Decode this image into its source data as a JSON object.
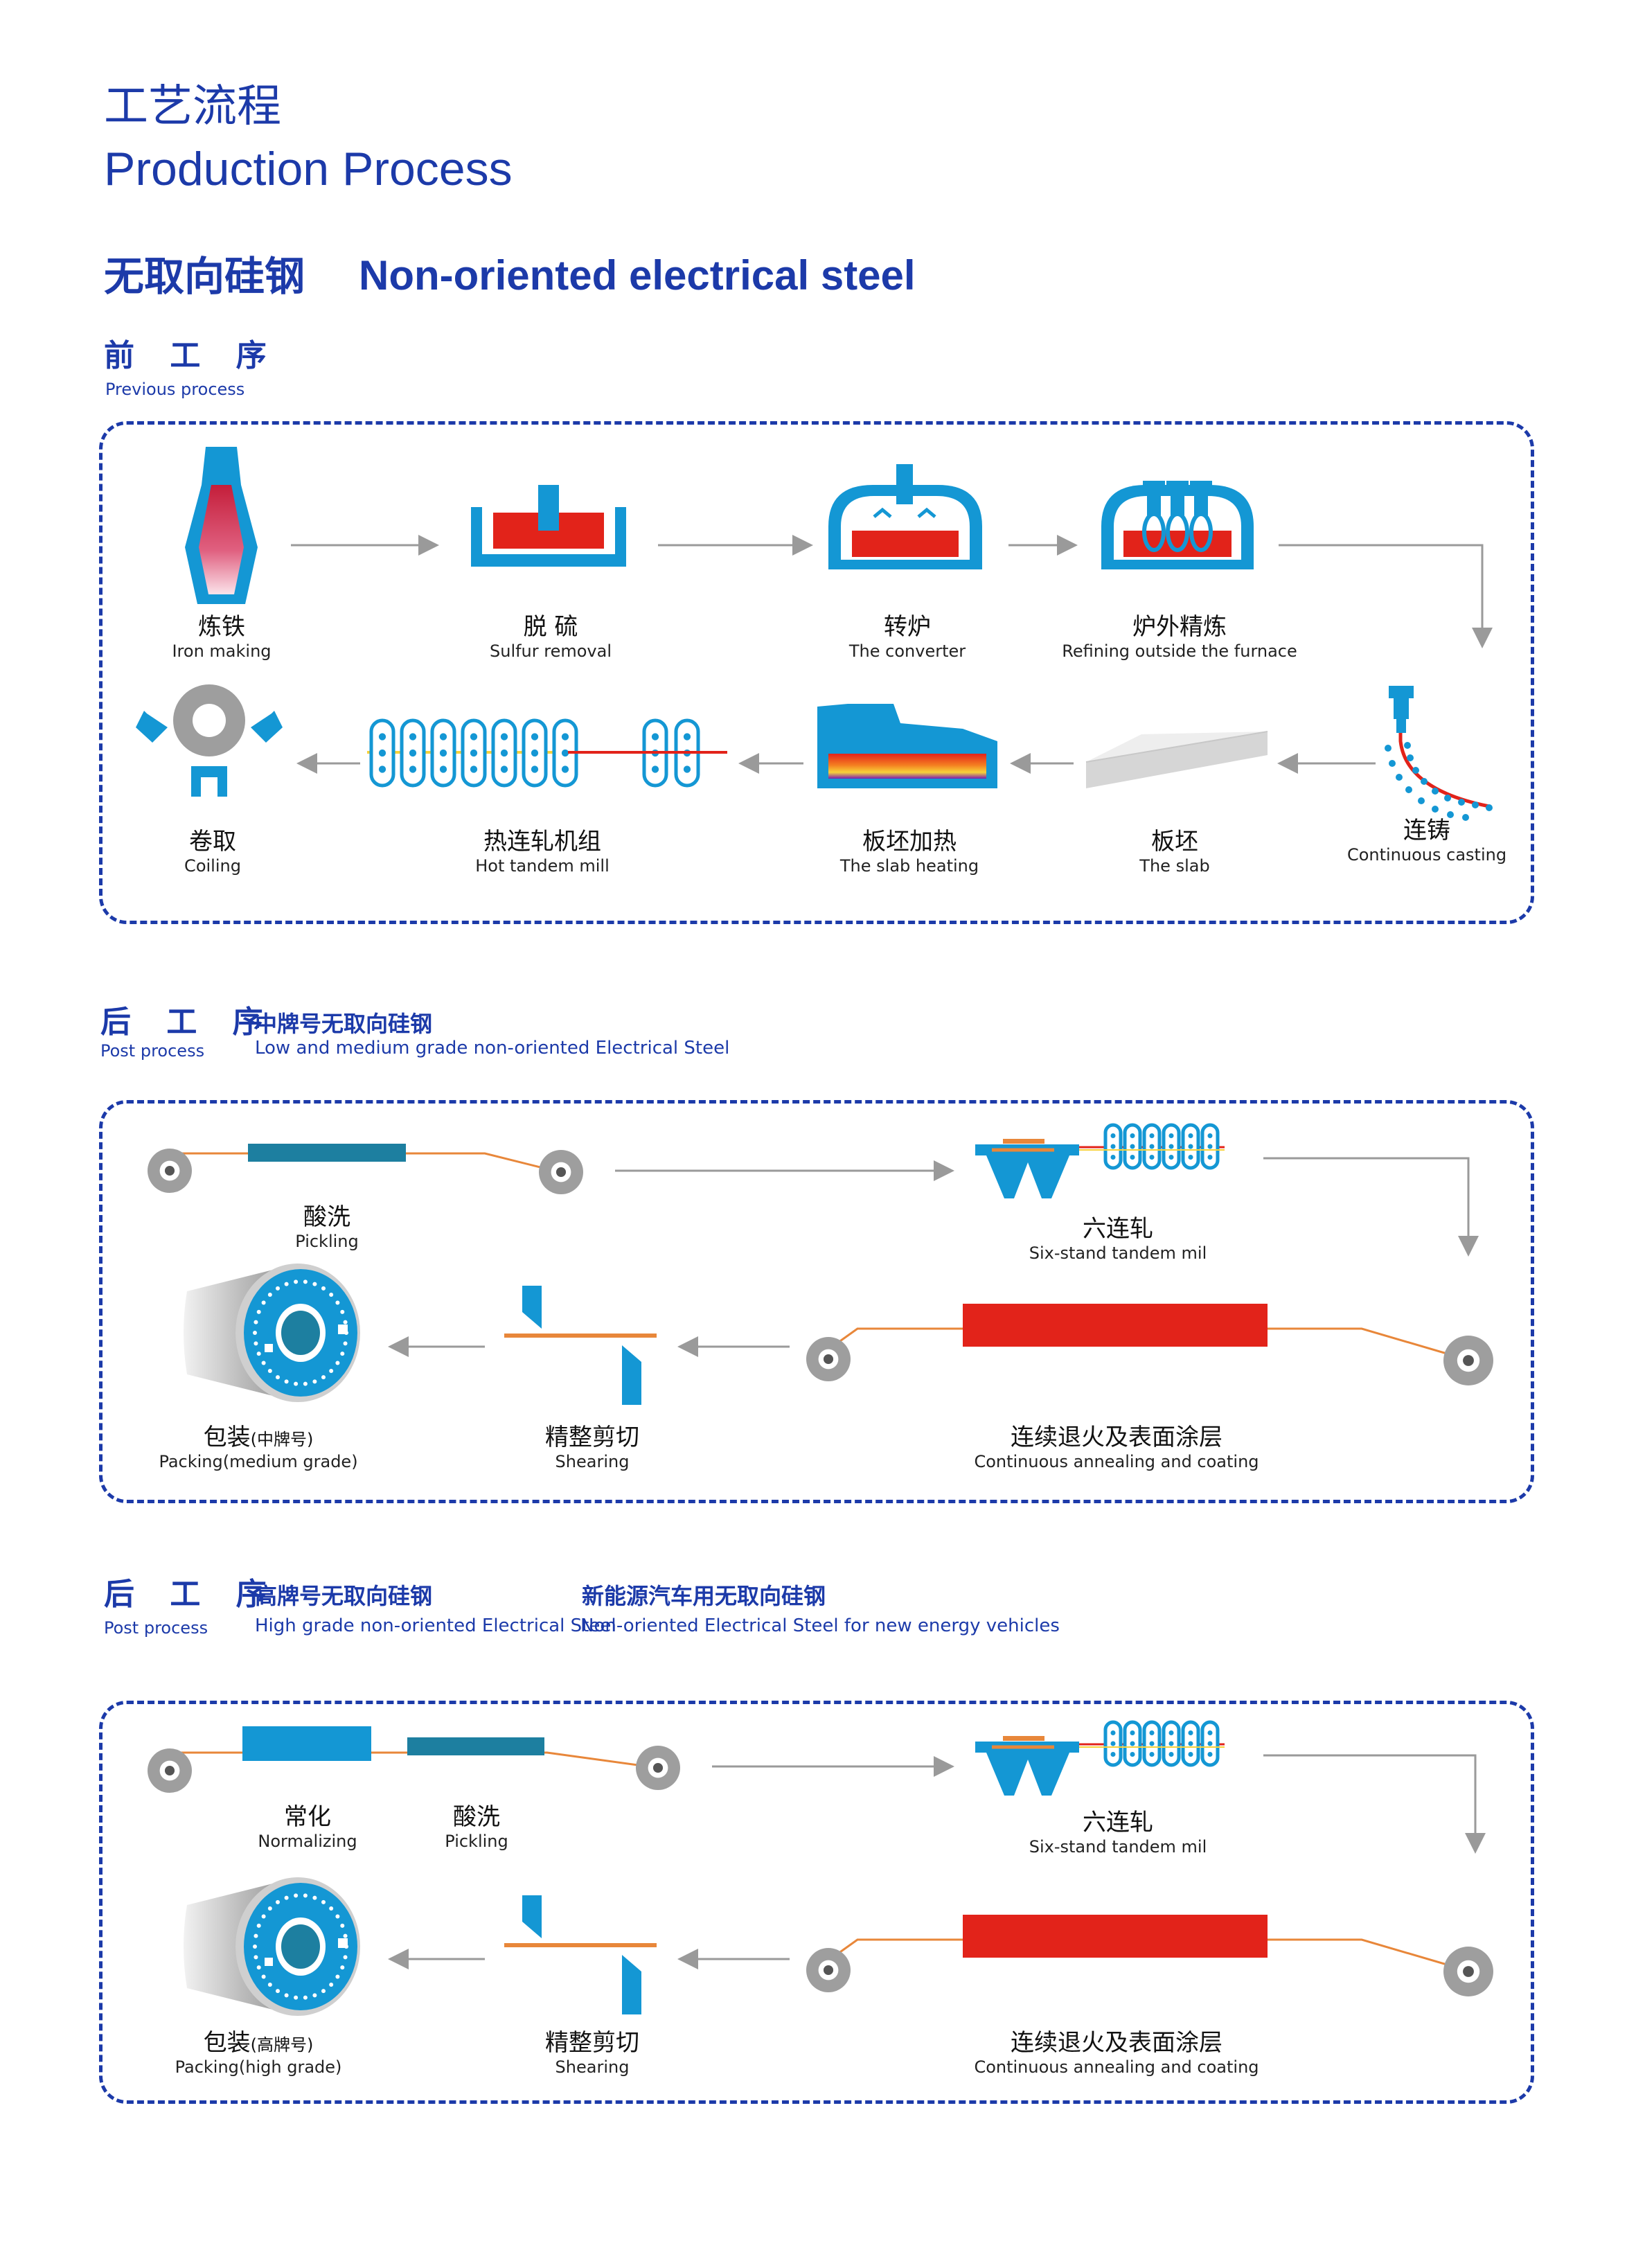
{
  "header": {
    "title_cn": "工艺流程",
    "title_en": "Production Process",
    "subtitle_cn": "无取向硅钢",
    "subtitle_en": "Non-oriented electrical steel"
  },
  "previous": {
    "title_cn": "前 工 序",
    "title_en": "Previous process",
    "steps": {
      "iron": {
        "cn": "炼铁",
        "en": "Iron making"
      },
      "sulfur": {
        "cn": "脱 硫",
        "en": "Sulfur removal"
      },
      "converter": {
        "cn": "转炉",
        "en": "The converter"
      },
      "refining": {
        "cn": "炉外精炼",
        "en": "Refining outside the furnace"
      },
      "casting": {
        "cn": "连铸",
        "en": "Continuous casting"
      },
      "slab": {
        "cn": "板坯",
        "en": "The slab"
      },
      "heating": {
        "cn": "板坯加热",
        "en": "The slab heating"
      },
      "hot_mill": {
        "cn": "热连轧机组",
        "en": "Hot tandem mill"
      },
      "coiling": {
        "cn": "卷取",
        "en": "Coiling"
      }
    }
  },
  "post1": {
    "title_cn": "后 工 序",
    "title_en": "Post process",
    "grade_cn": "中牌号无取向硅钢",
    "grade_en": "Low and medium grade non-oriented Electrical Steel",
    "steps": {
      "pickling": {
        "cn": "酸洗",
        "en": "Pickling"
      },
      "six_stand": {
        "cn": "六连轧",
        "en": "Six-stand tandem mil"
      },
      "annealing": {
        "cn": "连续退火及表面涂层",
        "en": "Continuous annealing and coating"
      },
      "shearing": {
        "cn": "精整剪切",
        "en": "Shearing"
      },
      "packing_cn": "包装",
      "packing_small": "(中牌号)",
      "packing_en": "Packing(medium grade)"
    }
  },
  "post2": {
    "title_cn": "后 工 序",
    "title_en": "Post process",
    "grade_cn": "高牌号无取向硅钢",
    "grade_en": "High grade non-oriented Electrical Steel",
    "grade2_cn": "新能源汽车用无取向硅钢",
    "grade2_en": "Non-oriented Electrical Steel for new energy vehicles",
    "steps": {
      "normalizing": {
        "cn": "常化",
        "en": "Normalizing"
      },
      "pickling": {
        "cn": "酸洗",
        "en": "Pickling"
      },
      "six_stand": {
        "cn": "六连轧",
        "en": "Six-stand tandem mil"
      },
      "annealing": {
        "cn": "连续退火及表面涂层",
        "en": "Continuous annealing and coating"
      },
      "shearing": {
        "cn": "精整剪切",
        "en": "Shearing"
      },
      "packing_cn": "包装",
      "packing_small": "(高牌号)",
      "packing_en": "Packing(high grade)"
    }
  },
  "colors": {
    "brand_blue": "#1c3aa9",
    "process_blue": "#1497d4",
    "teal": "#1d7fa0",
    "red": "#e2231a",
    "strip_orange": "#e8873a",
    "arrow_gray": "#9a9a9a"
  }
}
